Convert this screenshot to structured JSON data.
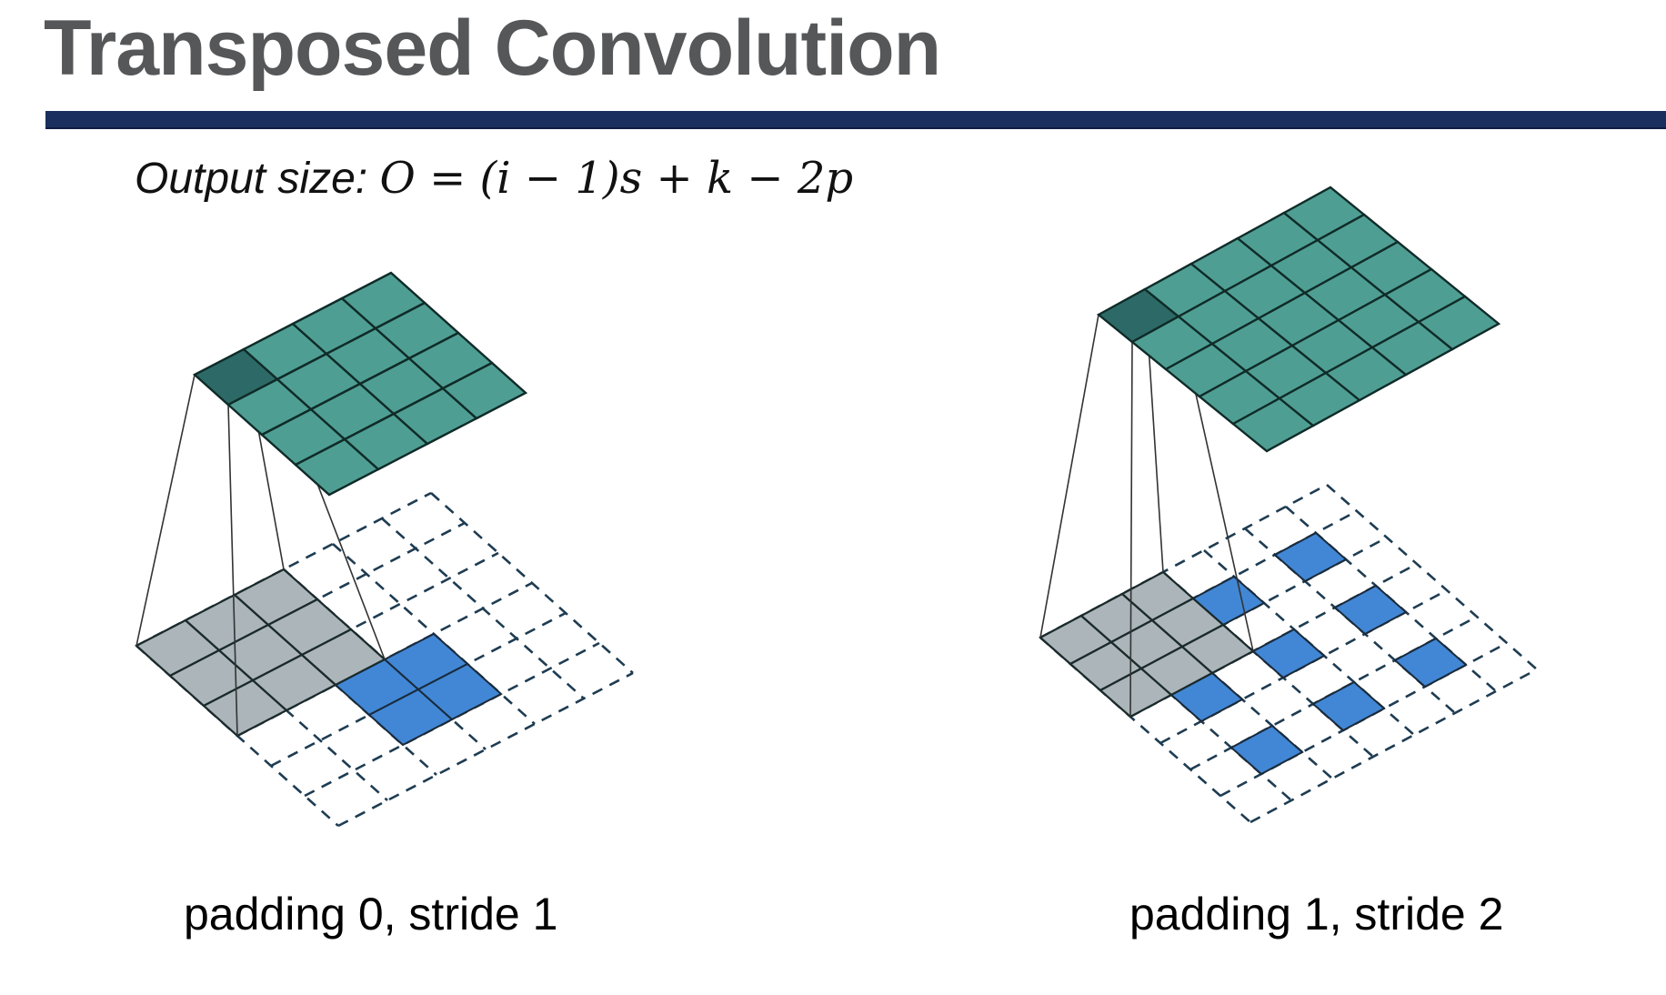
{
  "slide": {
    "title": "Transposed Convolution"
  },
  "formula": {
    "label": "Output size: ",
    "expression": "O = (i − 1)s + k − 2p"
  },
  "panels": [
    {
      "caption": "padding 0, stride 1",
      "output_grid": 4,
      "dashed_grid": 6,
      "kernel_size": 3,
      "input_cells": [
        [
          2,
          3
        ],
        [
          2,
          4
        ],
        [
          3,
          3
        ],
        [
          3,
          4
        ]
      ]
    },
    {
      "caption": "padding 1, stride 2",
      "output_grid": 5,
      "dashed_grid": 7,
      "kernel_size": 3,
      "input_cells": [
        [
          1,
          3
        ],
        [
          1,
          5
        ],
        [
          3,
          1
        ],
        [
          3,
          3
        ],
        [
          3,
          5
        ],
        [
          5,
          1
        ],
        [
          5,
          3
        ],
        [
          5,
          5
        ]
      ]
    }
  ],
  "colors": {
    "title": "#555759",
    "rule": "#1b2f5e",
    "output_cell": "#4f9e93",
    "output_highlight": "#2d6a67",
    "kernel_cell": "#a7b1b6",
    "input_cell": "#4187d6",
    "overlap_cell": "#2e5f8c",
    "dashed": "#1e3c52"
  }
}
